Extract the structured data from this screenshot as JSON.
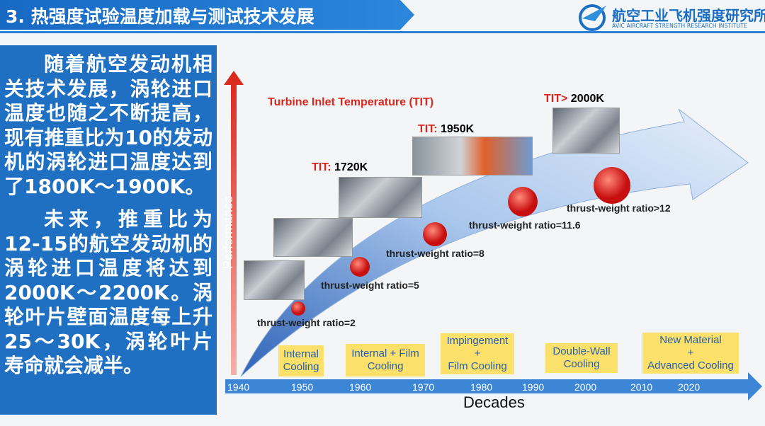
{
  "header": {
    "title": "3. 热强度试验温度加载与测试技术发展"
  },
  "logo": {
    "name_cn": "航空工业飞机强度研究所",
    "name_en": "AVIC AIRCRAFT STRENGTH RESEARCH INSTITUTE",
    "mark": "AVIC"
  },
  "left_panel": {
    "paragraphs": [
      "随着航空发动机相关技术发展，涡轮进口温度也随之不断提高，现有推重比为10的发动机的涡轮进口温度达到了1800K～1900K。",
      "未来，推重比为12-15的航空发动机的涡轮进口温度将达到2000K～2200K。涡轮叶片壁面温度每上升25～30K，涡轮叶片寿命就会减半。"
    ]
  },
  "diagram": {
    "y_axis": "Performance",
    "x_axis": "Decades",
    "tit_title": "Turbine Inlet Temperature (TIT)",
    "tit": [
      {
        "prefix": "TIT:",
        "value": "1720K"
      },
      {
        "prefix": "TIT:",
        "value": "1950K"
      },
      {
        "prefix": "TIT>",
        "value": "2000K"
      }
    ],
    "ratios": [
      "thrust-weight ratio=2",
      "thrust-weight ratio=5",
      "thrust-weight ratio=8",
      "thrust-weight ratio=11.6",
      "thrust-weight ratio>12"
    ],
    "decades": [
      "1940",
      "1950",
      "1960",
      "1970",
      "1980",
      "1990",
      "2000",
      "2010",
      "2020"
    ],
    "cooling": [
      [
        "Internal",
        "Cooling"
      ],
      [
        "Internal + Film",
        "Cooling"
      ],
      [
        "Impingement",
        "+",
        "Film Cooling"
      ],
      [
        "Double-Wall",
        "Cooling"
      ],
      [
        "New Material",
        "+",
        "Advanced Cooling"
      ]
    ],
    "colors": {
      "axis": "#3d86d6",
      "dot": "#e02020",
      "box": "#fbe06a"
    }
  }
}
